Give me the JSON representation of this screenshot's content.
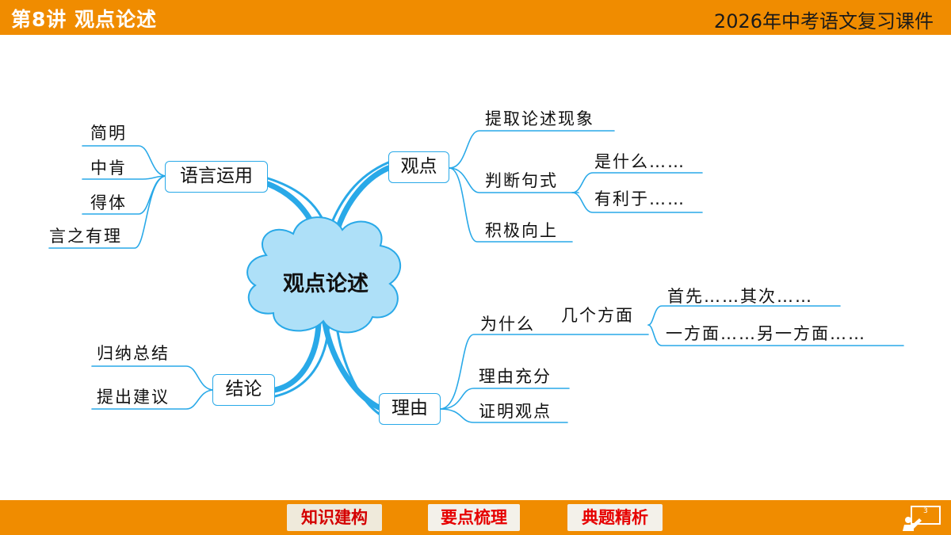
{
  "header": {
    "lecture_title": "第8讲 观点论述",
    "course_title": "2026年中考语文复习课件"
  },
  "center": {
    "label": "观点论述"
  },
  "branches": {
    "language": {
      "label": "语言运用",
      "items": [
        "简明",
        "中肯",
        "得体",
        "言之有理"
      ]
    },
    "viewpoint": {
      "label": "观点",
      "items": [
        "提取论述现象",
        "判断句式",
        "积极向上"
      ],
      "sentence_patterns": [
        "是什么……",
        "有利于……"
      ]
    },
    "conclusion": {
      "label": "结论",
      "items": [
        "归纳总结",
        "提出建议"
      ]
    },
    "reason": {
      "label": "理由",
      "items": [
        "为什么",
        "理由充分",
        "证明观点"
      ],
      "aspects_label": "几个方面",
      "aspects": [
        "首先……其次……",
        "一方面……另一方面……"
      ]
    }
  },
  "footer": {
    "nav": [
      "知识建构",
      "要点梳理",
      "典题精析"
    ],
    "page_number": "3"
  },
  "colors": {
    "bar": "#f08c00",
    "line": "#29a9e8",
    "cloud_fill": "#aee0f8",
    "nav_text": "#e60000"
  }
}
